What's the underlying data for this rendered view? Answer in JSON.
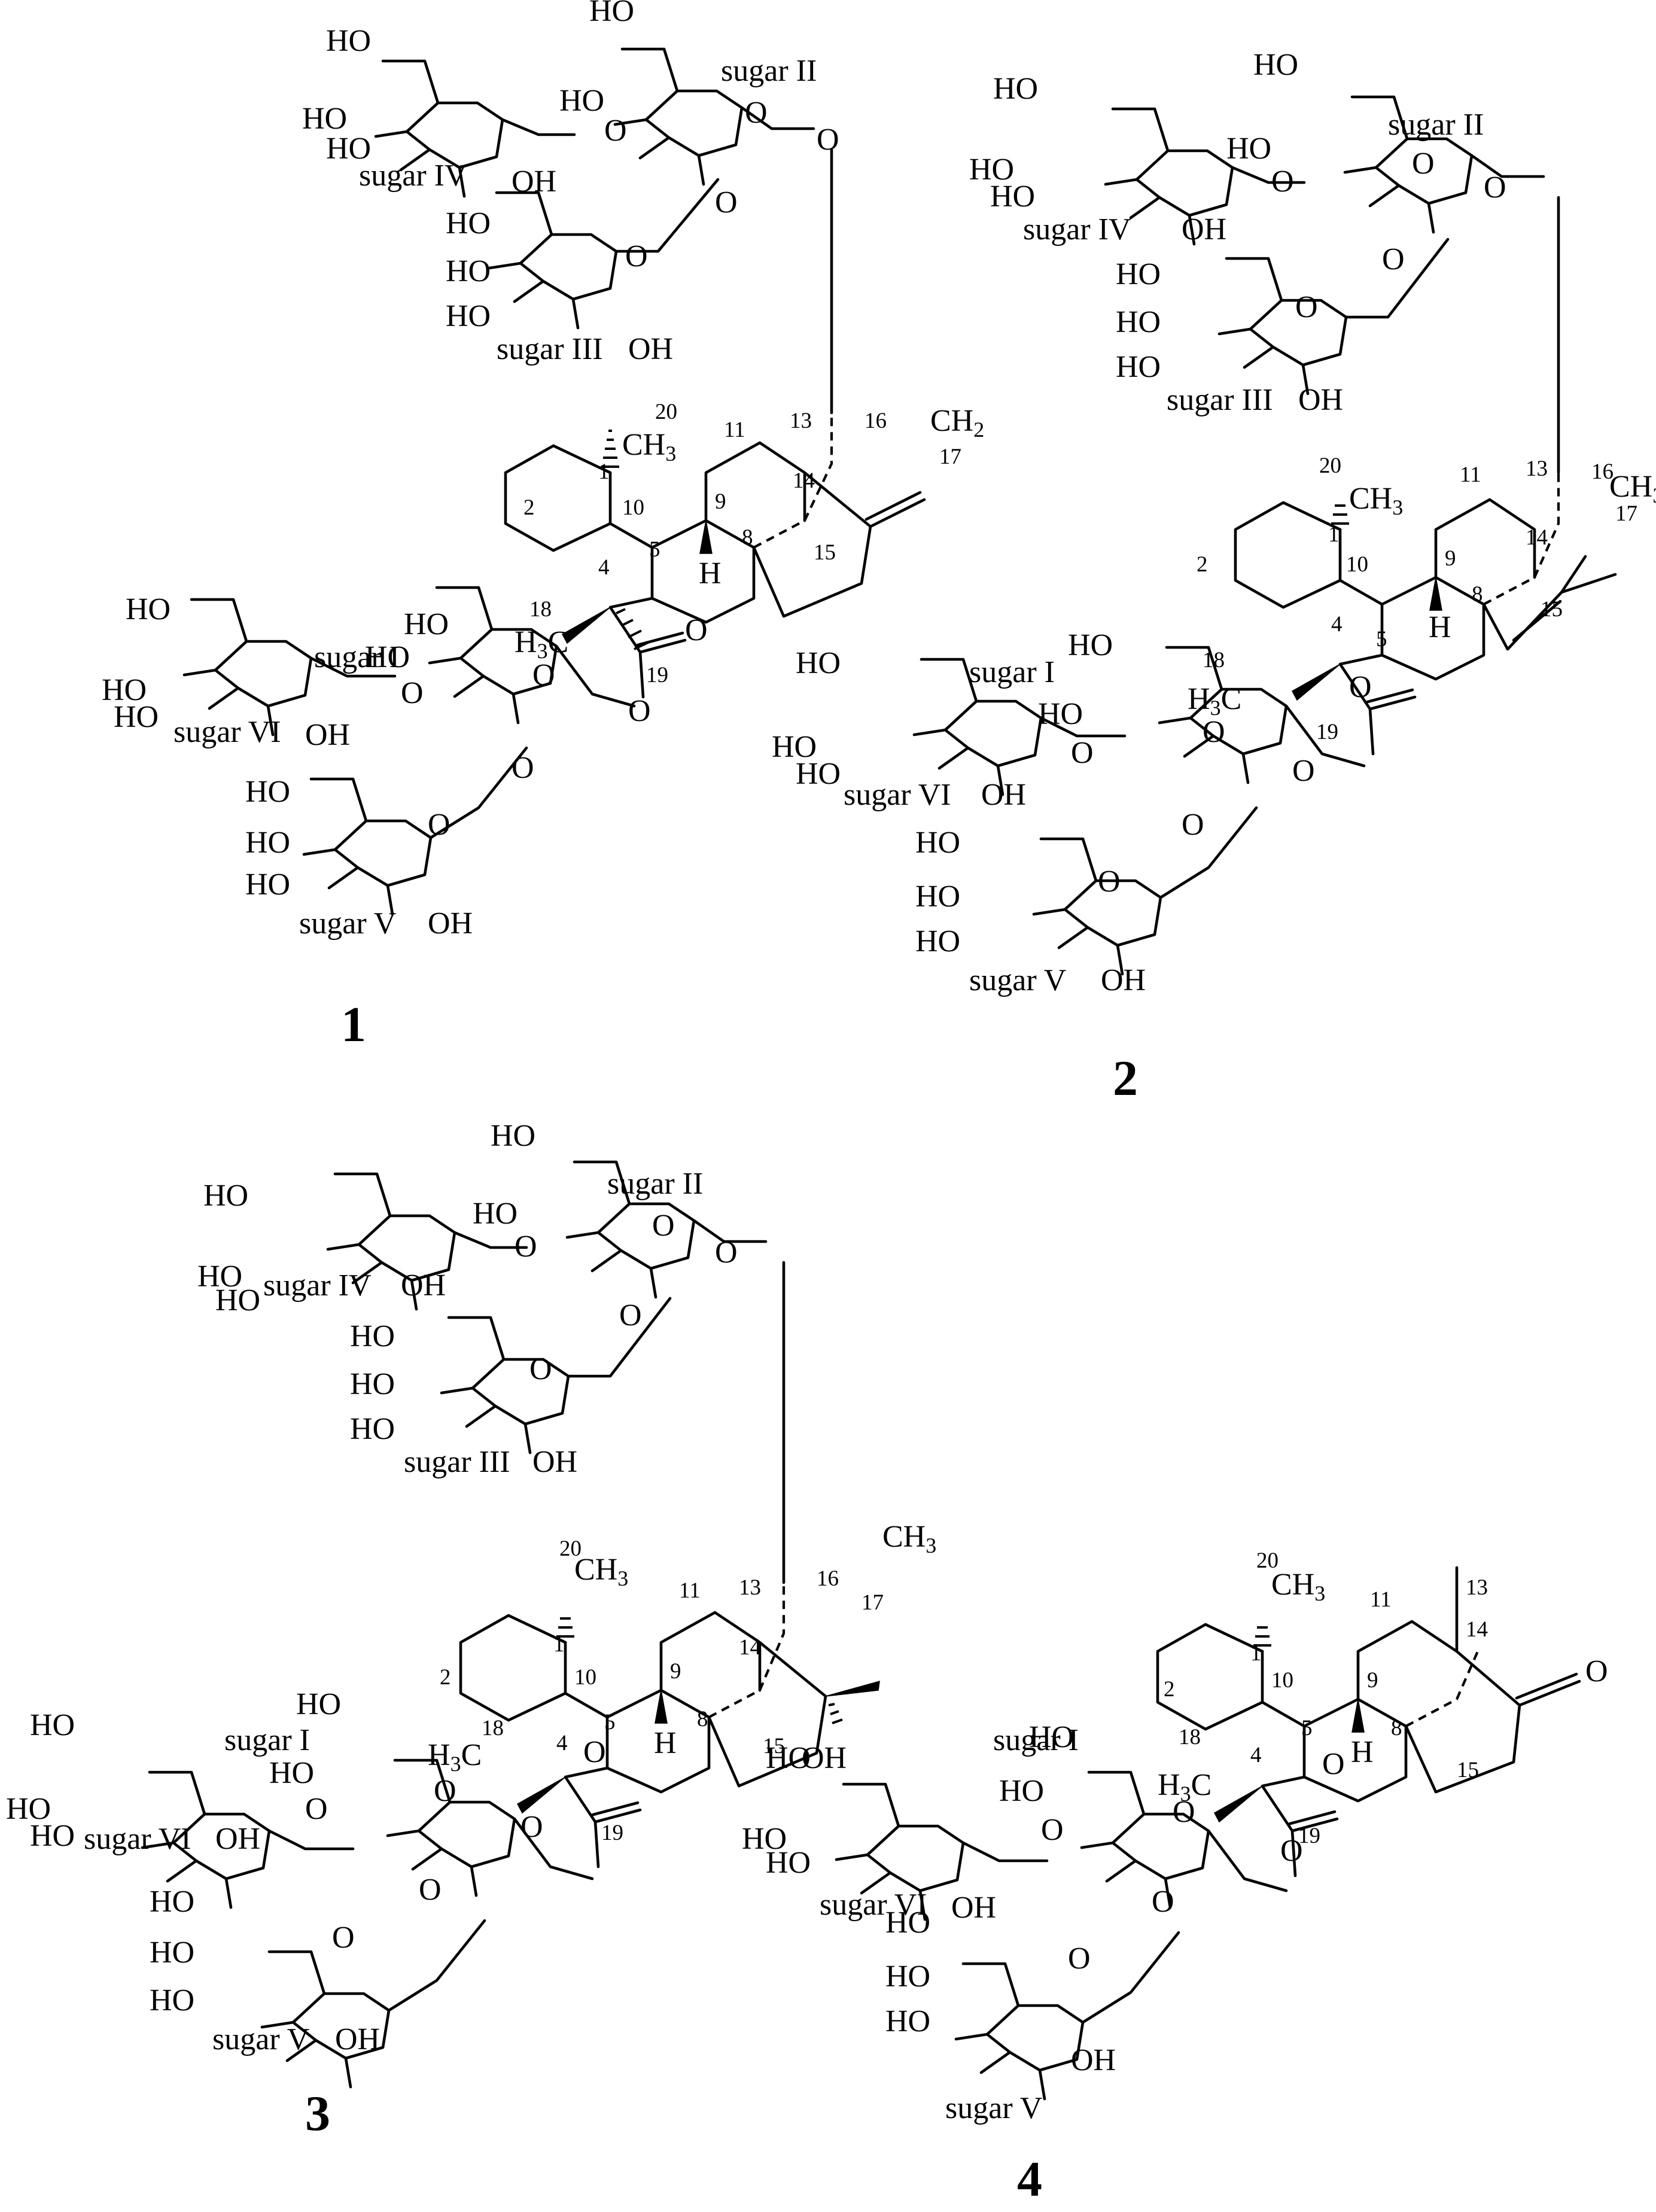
{
  "labels": {
    "ho": "HO",
    "oh": "OH",
    "o": "O",
    "h": "H",
    "ch2": "CH",
    "ch3": "CH",
    "h3c": "H",
    "sub2": "2",
    "sub3": "3",
    "c3": "C",
    "sugar1": "sugar I",
    "sugar2": "sugar II",
    "sugar3": "sugar III",
    "sugar4": "sugar IV",
    "sugar5": "sugar V",
    "sugar6": "sugar VI"
  },
  "atom_numbers": [
    "1",
    "2",
    "4",
    "5",
    "8",
    "9",
    "10",
    "11",
    "13",
    "14",
    "15",
    "16",
    "17",
    "18",
    "19",
    "20"
  ],
  "compounds": [
    {
      "id": "1",
      "c16": "16=CH2 exocyclic methylene"
    },
    {
      "id": "2",
      "c16": "16-CH3 with 15,16 double bond"
    },
    {
      "id": "3",
      "c16": "16-OH, 16-CH3"
    },
    {
      "id": "4",
      "c16": "16-keto"
    }
  ]
}
